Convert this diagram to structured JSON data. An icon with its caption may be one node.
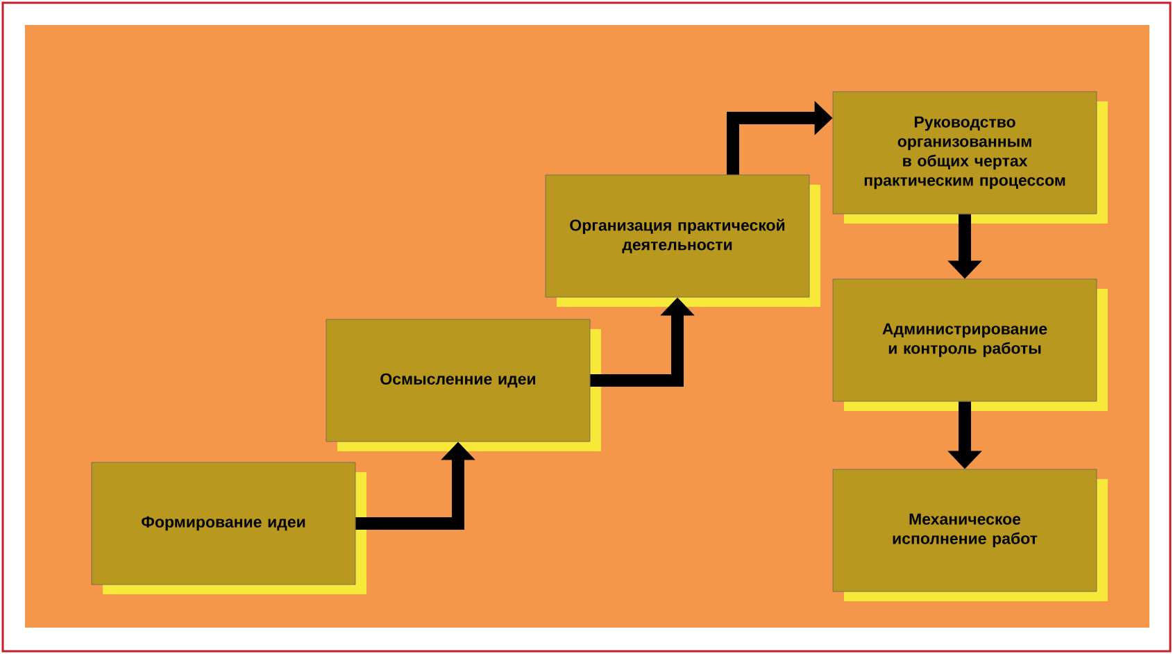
{
  "diagram": {
    "nodes": [
      {
        "text": [
          "Формирование идеи"
        ]
      },
      {
        "text": [
          "Осмысленние идеи"
        ]
      },
      {
        "text": [
          "Организация практической деятельности"
        ]
      },
      {
        "text": [
          "Руководство организованным в общих чертах практическим процессом"
        ]
      },
      {
        "text": [
          "Администрирование и контроль работы"
        ]
      },
      {
        "text": [
          "Механическое исполнение работ"
        ]
      }
    ],
    "edges": [
      {
        "from": 0,
        "to": 1,
        "arrow": "to"
      },
      {
        "from": 1,
        "to": 2,
        "arrow": "to"
      },
      {
        "from": 2,
        "to": 3,
        "arrow": "to"
      },
      {
        "from": 3,
        "to": 4,
        "arrow": "to"
      },
      {
        "from": 4,
        "to": 5,
        "arrow": "to"
      }
    ]
  }
}
